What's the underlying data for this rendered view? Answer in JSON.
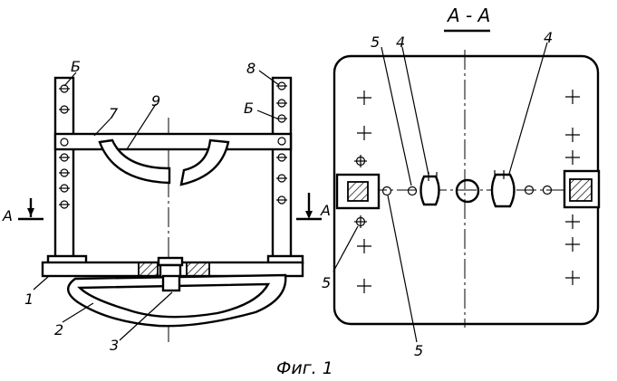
{
  "labels": {
    "1": "1",
    "2": "2",
    "3": "3",
    "4": "4",
    "5": "5",
    "7": "7",
    "8": "8",
    "9": "9",
    "b": "Б",
    "a": "А"
  },
  "section_title": "А - А",
  "caption": "Фиг. 1"
}
